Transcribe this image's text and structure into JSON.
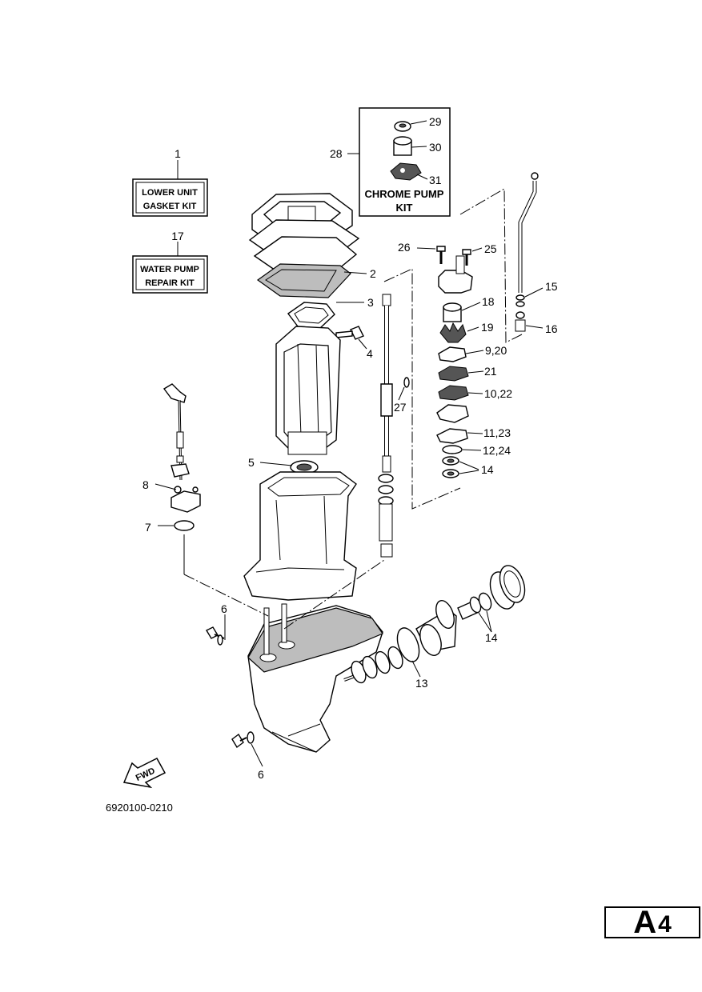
{
  "callouts": [
    "1",
    "2",
    "3",
    "4",
    "5",
    "6",
    "6",
    "7",
    "8",
    "9,20",
    "10,22",
    "11,23",
    "12,24",
    "13",
    "14",
    "14",
    "15",
    "16",
    "17",
    "18",
    "19",
    "21",
    "25",
    "26",
    "27",
    "28",
    "29",
    "30",
    "31"
  ],
  "kits": {
    "lower_unit_line1": "LOWER UNIT",
    "lower_unit_line2": "GASKET KIT",
    "water_pump_line1": "WATER PUMP",
    "water_pump_line2": "REPAIR KIT",
    "chrome_pump_line1": "CHROME PUMP",
    "chrome_pump_line2": "KIT"
  },
  "fwd_label": "FWD",
  "figure_code": "6920100-0210",
  "page_tag": {
    "letter": "A",
    "number": "4"
  }
}
